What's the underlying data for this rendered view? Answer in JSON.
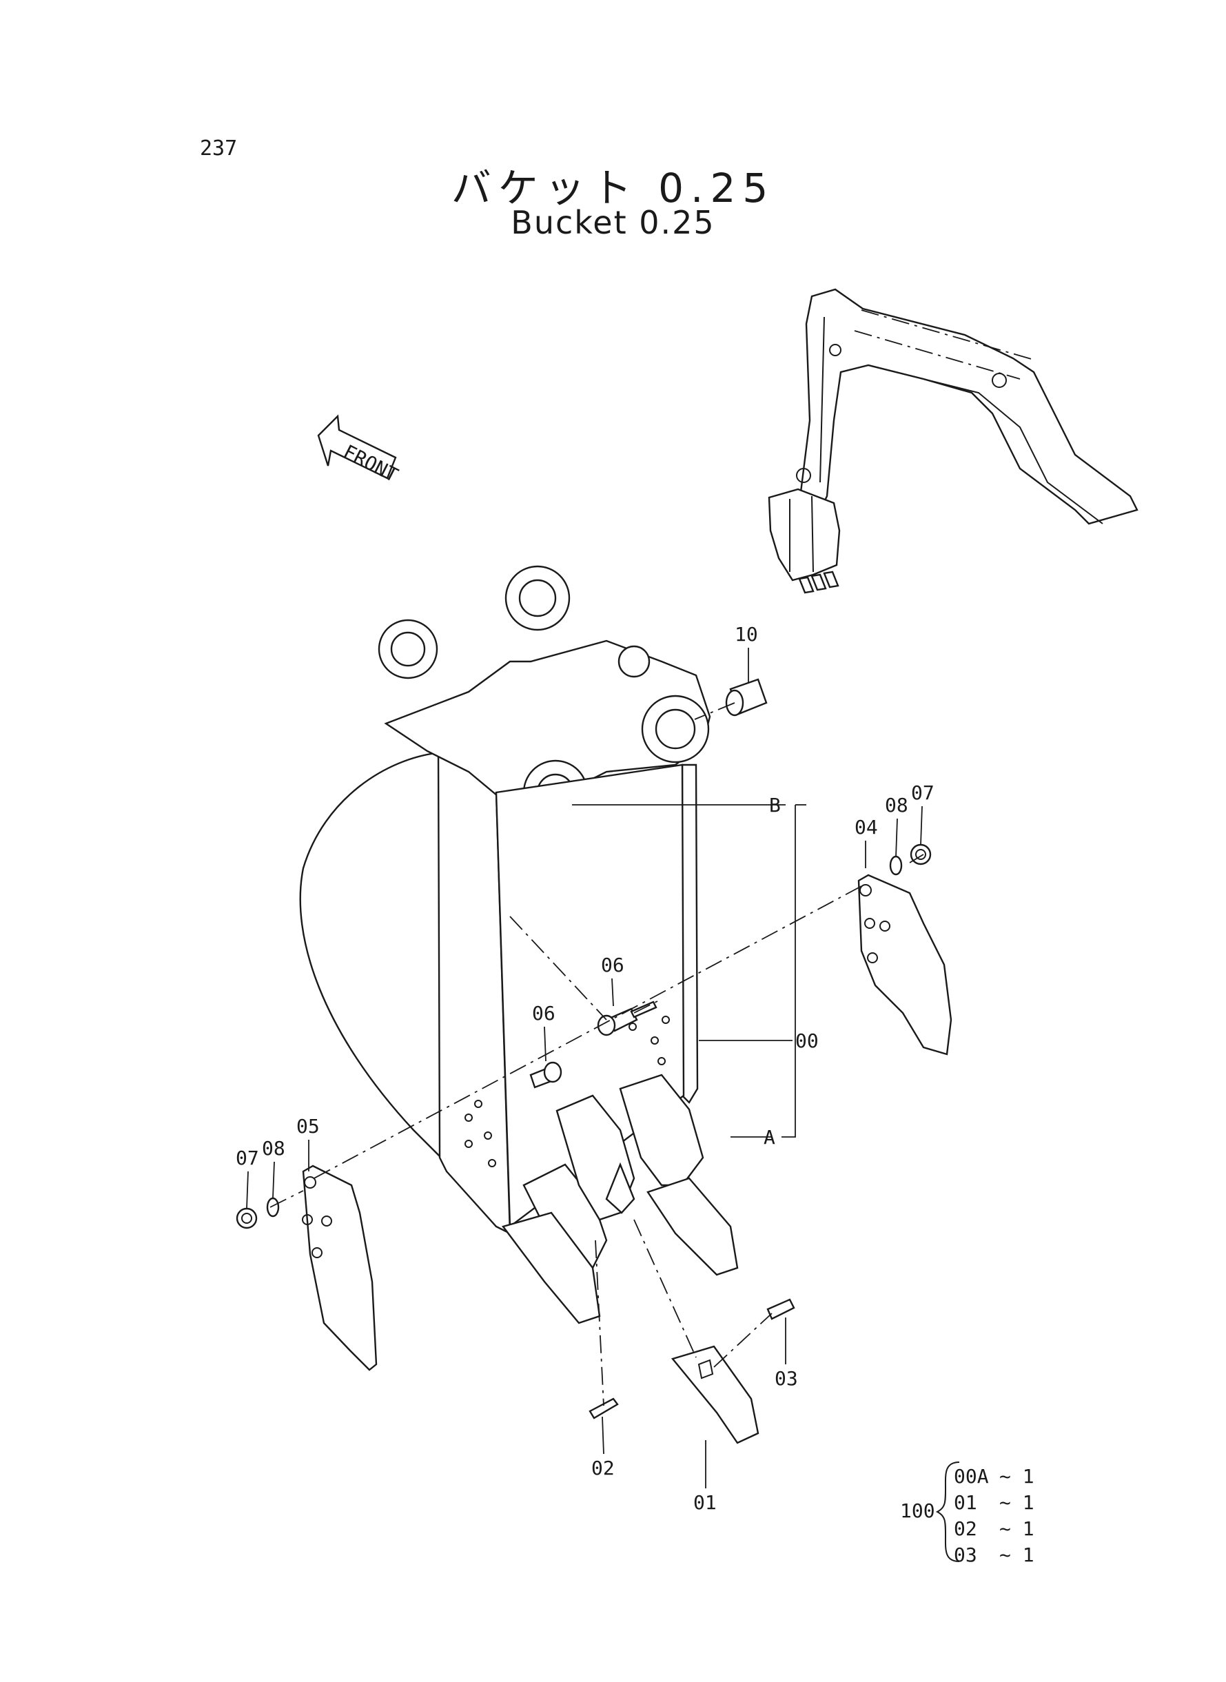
{
  "page_number": "237",
  "title_japanese": "バケット 0.25",
  "title_english": "Bucket 0.25",
  "front_arrow_label": "FRONT",
  "callouts": {
    "c10": "10",
    "cB": "B",
    "cA": "A",
    "c00": "00",
    "c04": "04",
    "c08_right": "08",
    "c07_right": "07",
    "c06_upper": "06",
    "c06_lower": "06",
    "c05": "05",
    "c08_left": "08",
    "c07_left": "07",
    "c02": "02",
    "c01": "01",
    "c03": "03"
  },
  "kit": {
    "code": "100",
    "items": [
      {
        "part": "00A",
        "qty": "~ 1"
      },
      {
        "part": "01",
        "qty": "~ 1"
      },
      {
        "part": "02",
        "qty": "~ 1"
      },
      {
        "part": "03",
        "qty": "~ 1"
      }
    ]
  },
  "icons": [
    "front-arrow-icon",
    "excavator-arm-icon",
    "bucket-icon"
  ]
}
